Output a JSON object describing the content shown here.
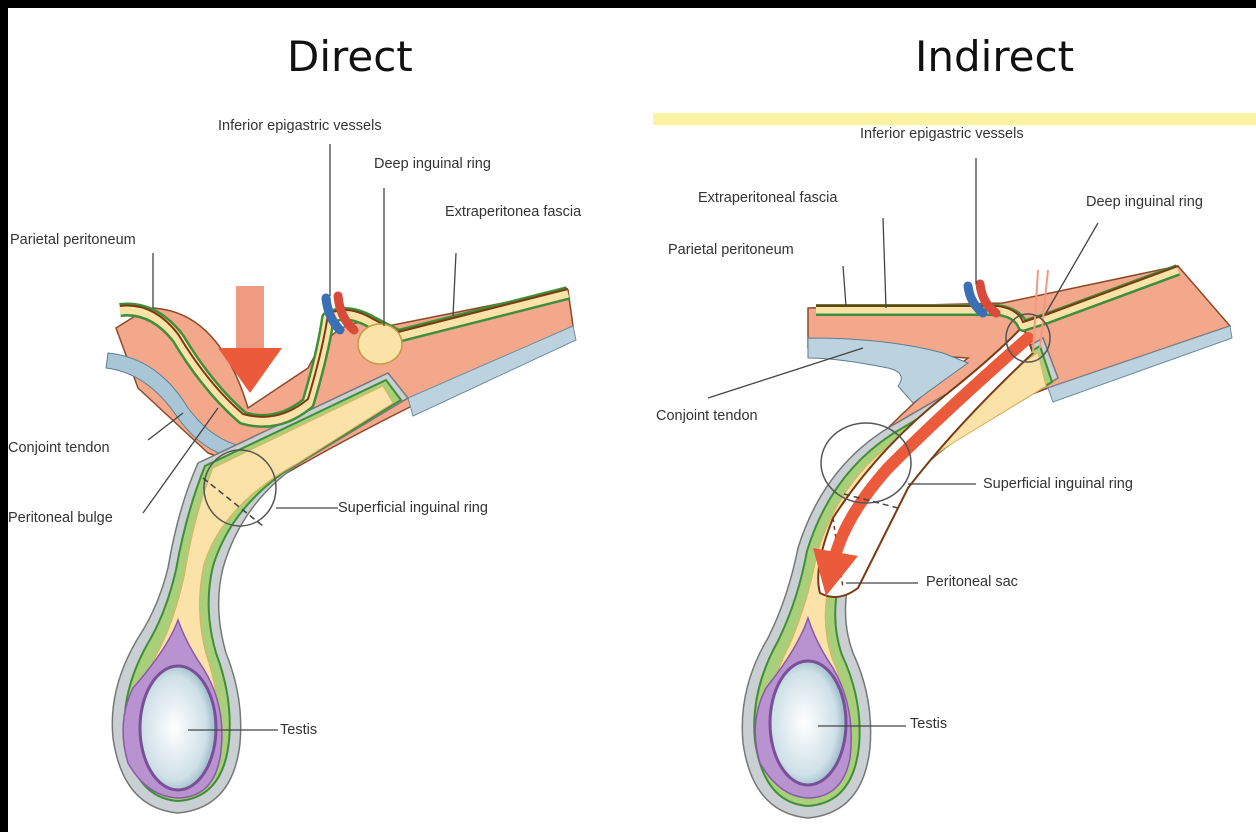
{
  "direct": {
    "title": "Direct",
    "labels": {
      "inferior_epigastric": "Inferior epigastric vessels",
      "deep_ring": "Deep inguinal ring",
      "extraperitoneal": "Extraperitonea fascia",
      "parietal": "Parietal peritoneum",
      "conjoint": "Conjoint tendon",
      "bulge": "Peritoneal bulge",
      "superficial": "Superficial inguinal ring",
      "testis": "Testis"
    }
  },
  "indirect": {
    "title": "Indirect",
    "labels": {
      "inferior_epigastric": "Inferior epigastric vessels",
      "extraperitoneal": "Extraperitoneal fascia",
      "deep_ring": "Deep inguinal ring",
      "parietal": "Parietal peritoneum",
      "conjoint": "Conjoint tendon",
      "superficial": "Superficial inguinal ring",
      "sac": "Peritoneal sac",
      "testis": "Testis"
    }
  },
  "colors": {
    "background": "#ffffff",
    "frame": "#000000",
    "highlight_bar": "#fbf3a2",
    "tissue_fill": "#fbe2a8",
    "green_layer": "#3f8f3a",
    "salmon_muscle": "#f3a88c",
    "blue_layer": "#a8c6d6",
    "purple_tunica": "#a779bd",
    "arrow": "#ec5a3c",
    "testis": "#cfe0e8"
  }
}
